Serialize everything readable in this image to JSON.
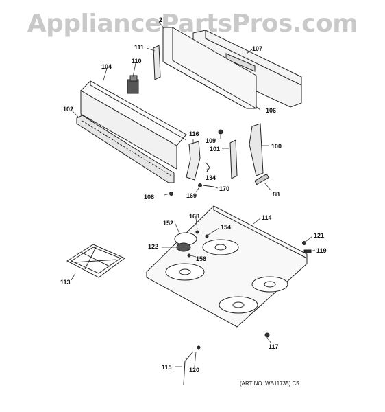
{
  "watermark": "AppliancePartsPros.com",
  "art_note": "(ART NO. WB11735) C5",
  "part_labels": {
    "p2": "2",
    "p107": "107",
    "p111": "111",
    "p110": "110",
    "p104": "104",
    "p106": "106",
    "p102": "102",
    "p116": "116",
    "p109": "109",
    "p101": "101",
    "p100": "100",
    "p134": "134",
    "p170": "170",
    "p169": "169",
    "p88": "88",
    "p108": "108",
    "p168": "168",
    "p152": "152",
    "p154": "154",
    "p114": "114",
    "p121": "121",
    "p119": "119",
    "p122": "122",
    "p156": "156",
    "p113": "113",
    "p117": "117",
    "p115": "115",
    "p120": "120"
  }
}
